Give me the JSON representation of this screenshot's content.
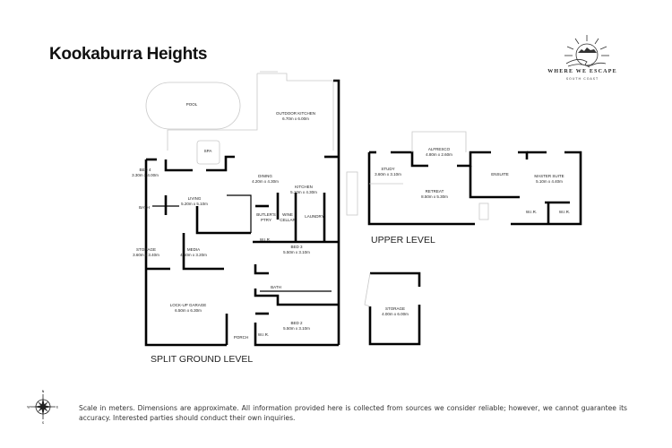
{
  "header": {
    "title": "Kookaburra Heights"
  },
  "brand": {
    "name": "WHERE WE ESCAPE",
    "subtitle": "SOUTH COAST"
  },
  "levels": {
    "ground": "SPLIT GROUND LEVEL",
    "upper": "UPPER LEVEL"
  },
  "rooms": {
    "pool": {
      "name": "POOL",
      "size": ""
    },
    "spa": {
      "name": "SPA",
      "size": ""
    },
    "outdoor_kitchen": {
      "name": "OUTDOOR KITCHEN",
      "size": "6.70m x 6.00m"
    },
    "bed4": {
      "name": "BED 4",
      "size": "3.30m x 4.00m"
    },
    "living": {
      "name": "LIVING",
      "size": "5.20m x 5.10m"
    },
    "dining": {
      "name": "DINING",
      "size": "4.20m x 4.30m"
    },
    "kitchen": {
      "name": "KITCHEN",
      "size": "5.10m x 4.30m"
    },
    "bath_ground1": {
      "name": "BATH",
      "size": ""
    },
    "butlers_pantry": {
      "name": "BUTLER'S PTRY",
      "size": ""
    },
    "wine_cellar": {
      "name": "WINE CELLAR",
      "size": ""
    },
    "laundry": {
      "name": "LAUNDRY",
      "size": ""
    },
    "storage_ground": {
      "name": "STORAGE",
      "size": "3.60m x 3.40m"
    },
    "media": {
      "name": "MEDIA",
      "size": "4.50m x 3.20m"
    },
    "wir_bed3": {
      "name": "W.I.R.",
      "size": ""
    },
    "bed3": {
      "name": "BED 3",
      "size": "5.50m x 3.10m"
    },
    "bath_ground2": {
      "name": "BATH",
      "size": ""
    },
    "garage": {
      "name": "LOCK-UP GARAGE",
      "size": "6.50m x 6.30m"
    },
    "bed2": {
      "name": "BED 2",
      "size": "5.50m x 3.10m"
    },
    "wir_bed2": {
      "name": "W.I.R.",
      "size": ""
    },
    "porch": {
      "name": "PORCH",
      "size": ""
    },
    "alfresco": {
      "name": "ALFRESCO",
      "size": "4.80m x 2.60m"
    },
    "study": {
      "name": "STUDY",
      "size": "3.60m x 3.10m"
    },
    "retreat": {
      "name": "RETREAT",
      "size": "8.50m x 5.30m"
    },
    "ensuite": {
      "name": "ENSUITE",
      "size": ""
    },
    "master": {
      "name": "MASTER SUITE",
      "size": "5.10m x 4.40m"
    },
    "wir_master1": {
      "name": "W.I.R.",
      "size": ""
    },
    "wir_master2": {
      "name": "W.I.R.",
      "size": ""
    },
    "storage_detached": {
      "name": "STORAGE",
      "size": "4.00m x 6.00m"
    }
  },
  "compass": {
    "n": "N",
    "s": "S",
    "e": "E",
    "w": "W"
  },
  "footer": {
    "disclaimer": "Scale in meters. Dimensions are approximate. All information provided here is collected from sources we consider reliable; however, we cannot guarantee its accuracy. Interested parties should conduct their own inquiries."
  }
}
